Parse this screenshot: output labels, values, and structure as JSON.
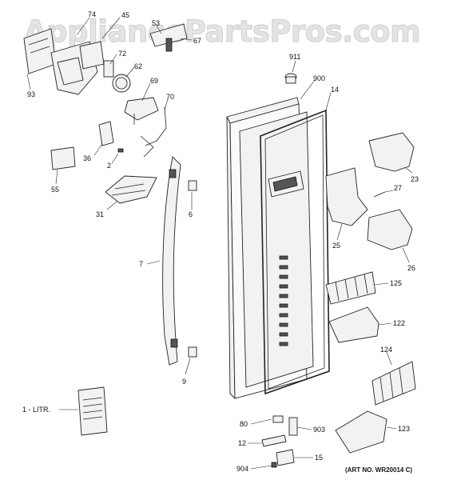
{
  "watermark": "AppliancePartsPros.com",
  "art_number": "(ART NO. WR20014 C)",
  "callouts": {
    "c74": "74",
    "c45": "45",
    "c53": "53",
    "c67": "67",
    "c72": "72",
    "c62": "62",
    "c69": "69",
    "c70": "70",
    "c93": "93",
    "c36": "36",
    "c2": "2",
    "c55": "55",
    "c31": "31",
    "c6": "6",
    "c7": "7",
    "c9": "9",
    "c911": "911",
    "c900": "900",
    "c14": "14",
    "c23": "23",
    "c27": "27",
    "c25": "25",
    "c26": "26",
    "c125": "125",
    "c122": "122",
    "c124": "124",
    "c123": "123",
    "c80": "80",
    "c903": "903",
    "c12": "12",
    "c15": "15",
    "c904": "904",
    "c1litr": "1 - LITR."
  }
}
